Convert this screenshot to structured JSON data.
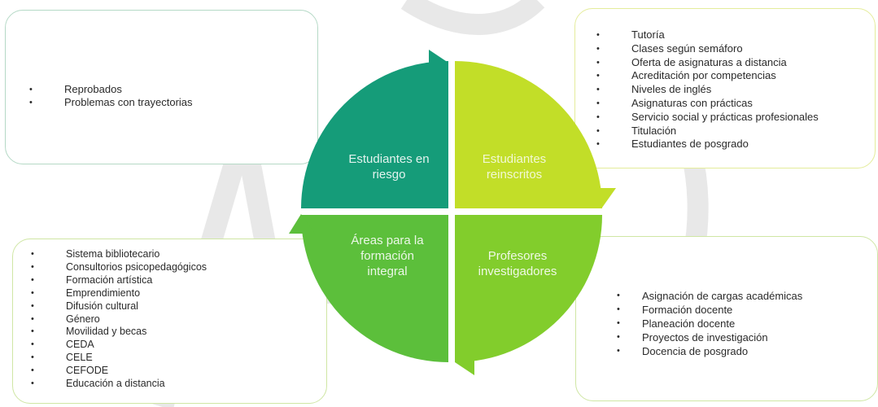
{
  "colors": {
    "tl": "#159c79",
    "tr": "#c2de28",
    "bl": "#5cbf3b",
    "br": "#82cd2c",
    "watermark": "#e8e8e8"
  },
  "quadrants": {
    "top_left": "Estudiantes en\nriesgo",
    "top_right": "Estudiantes\nreinscritos",
    "bottom_left": "Áreas para la\nformación\nintegral",
    "bottom_right": "Profesores\ninvestigadores"
  },
  "lists": {
    "top_left": [
      "Reprobados",
      "Problemas con trayectorias"
    ],
    "top_right": [
      "Tutoría",
      "Clases según semáforo",
      "Oferta de asignaturas a distancia",
      "Acreditación por competencias",
      "Niveles de inglés",
      "Asignaturas con prácticas",
      "Servicio social y prácticas profesionales",
      "Titulación",
      "Estudiantes de posgrado"
    ],
    "bottom_left": [
      "Sistema bibliotecario",
      "Consultorios psicopedagógicos",
      "Formación artística",
      "Emprendimiento",
      "Difusión cultural",
      "Género",
      "Movilidad y becas",
      "CEDA",
      "CELE",
      "CEFODE",
      "Educación a distancia"
    ],
    "bottom_right": [
      "Asignación de cargas académicas",
      "Formación docente",
      "Planeación docente",
      "Proyectos de investigación",
      "Docencia de posgrado"
    ]
  }
}
